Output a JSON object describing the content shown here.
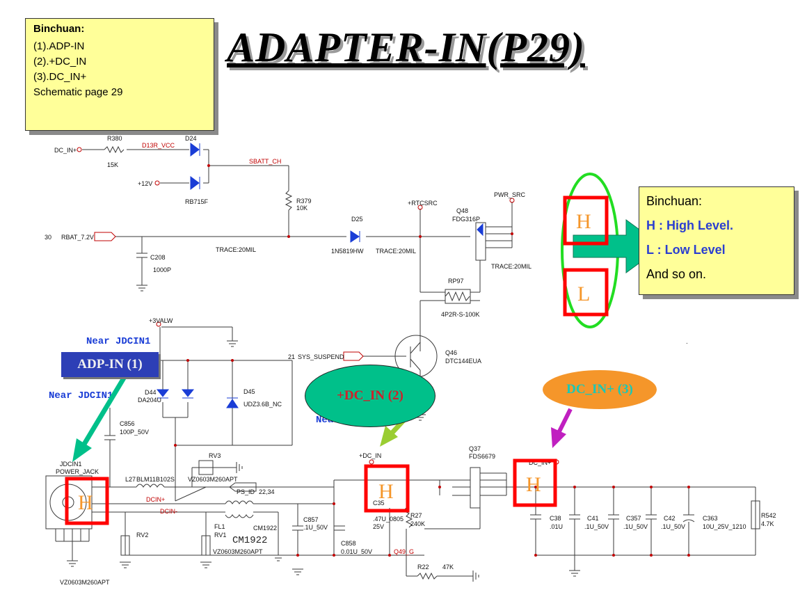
{
  "title": "ADAPTER-IN(P29)",
  "note_left": {
    "heading": "Binchuan:",
    "lines": [
      "(1).ADP-IN",
      "(2).+DC_IN",
      "(3).DC_IN+",
      "Schematic page 29"
    ]
  },
  "note_right": {
    "heading": "Binchuan:",
    "high": "H : High Level.",
    "low": "L : Low Level",
    "more": "And so on."
  },
  "callouts": {
    "adp_in": "ADP-IN (1)",
    "dc_in_plus_2": "+DC_IN (2)",
    "dc_in_plus_3": "DC_IN+ (3)"
  },
  "level_markers": {
    "high": "H",
    "low": "L"
  },
  "schematic_labels": {
    "dc_in_plus_net": "DC_IN+",
    "r380": "R380",
    "r380_val": "15K",
    "d13r_vcc": "D13R_VCC",
    "d24": "D24",
    "d24_part": "RB715F",
    "sbatt_ch": "SBATT_CH",
    "plus12v": "+12V",
    "r379": "R379",
    "r379_val": "10K",
    "rbat_pin": "30",
    "rbat": "RBAT_7.2V",
    "c208": "C208",
    "c208_val": "1000P",
    "trace1": "TRACE:20MIL",
    "trace2": "TRACE:20MIL",
    "trace3": "TRACE:20MIL",
    "d25": "D25",
    "d25_part": "1N5819HW",
    "rtcsrc": "+RTCSRC",
    "q48": "Q48",
    "q48_part": "FDG316P",
    "pwr_src": "PWR_SRC",
    "rp97": "RP97",
    "rp97_part": "4P2R-S-100K",
    "q46": "Q46",
    "q46_part": "DTC144EUA",
    "sys_suspend_pin": "21",
    "sys_suspend": "SYS_SUSPEND",
    "plus3valw": "+3VALW",
    "near_jdcin1_a": "Near JDCIN1",
    "near_jdcin1_b": "Near JDCIN1",
    "near_c": "Near",
    "d44": "D44",
    "d44_part": "DA204U",
    "d45": "D45",
    "d45_part": "UDZ3.6B_NC",
    "c856": "C856",
    "c856_val": "100P_50V",
    "jdcin1": "JDCIN1",
    "power_jack": "POWER_JACK",
    "l27": "L27",
    "l27_part": "BLM11B102S",
    "rv3": "RV3",
    "rv3_part": "VZ0603M260APT",
    "ps_id": "PS_ID",
    "ps_id_ref": "22,34",
    "dcin_plus": "DCIN+",
    "dcin_minus": "DCIN-",
    "cm1922": "CM1922",
    "cm1922_big": "CM1922",
    "fl1": "FL1",
    "rv1": "RV1",
    "rv1_part": "VZ0603M260APT",
    "rv2": "RV2",
    "rv2_part": "VZ0603M260APT",
    "c857": "C857",
    "c857_val": ".1U_50V",
    "c858": "C858",
    "c858_val": "0.01U_50V",
    "plus_dc_in": "+DC_IN",
    "c35": "C35",
    "c35_val": ".47U_0805",
    "c35_v": "25V",
    "r27": "R27",
    "r27_val": "240K",
    "q49_g": "Q49_G",
    "r22": "R22",
    "r22_val": "47K",
    "q37": "Q37",
    "q37_part": "FDS6679",
    "dc_in_plus_right": "DC_IN+",
    "c38": "C38",
    "c38_val": ".01U",
    "c41": "C41",
    "c41_val": ".1U_50V",
    "c357": "C357",
    "c357_val": ".1U_50V",
    "c42": "C42",
    "c42_val": ".1U_50V",
    "c363": "C363",
    "c363_val": "10U_25V_1210",
    "r542": "R542",
    "r542_val": "4.7K"
  },
  "colors": {
    "note_bg": "#ffff99",
    "marker_red": "#ff0000",
    "marker_orange": "#f5962a",
    "green_ring": "#22dd22",
    "teal_arrow": "#00c08a",
    "adp_blue": "#2d3fb6",
    "magenta_arrow": "#c020c0",
    "olive_arrow": "#9acd32",
    "wire": "#333333",
    "net_red": "#c00000",
    "part_blue": "#1a3dd6"
  }
}
